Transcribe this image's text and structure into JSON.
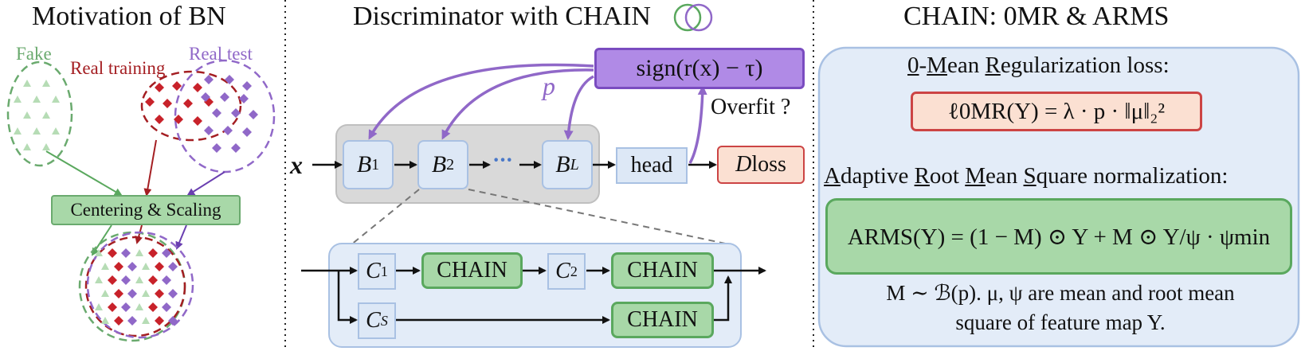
{
  "titles": {
    "left": "Motivation of BN",
    "middle": "Discriminator with CHAIN",
    "right": "CHAIN: 0MR & ARMS"
  },
  "left_panel": {
    "fake_label": "Fake",
    "real_training_label": "Real training",
    "real_test_label": "Real test",
    "center_box": "Centering & Scaling"
  },
  "middle_panel": {
    "input_symbol": "x",
    "blocks": [
      {
        "base": "B",
        "sub": "1"
      },
      {
        "base": "B",
        "sub": "2"
      },
      {
        "base": "B",
        "sub": "L"
      }
    ],
    "ellipsis": "···",
    "head": "head",
    "d_loss_italic": "D",
    "d_loss_text": " loss",
    "sign_box": "sign(r(x) − τ)",
    "p_label": "p",
    "overfit_label": "Overfit ?",
    "zoom": {
      "c1": {
        "base": "C",
        "sub": "1"
      },
      "c2": {
        "base": "C",
        "sub": "2"
      },
      "cs": {
        "base": "C",
        "sub": "S"
      },
      "chain": "CHAIN"
    }
  },
  "right_panel": {
    "zero_mr_heading": {
      "parts": [
        {
          "t": "0",
          "u": true
        },
        {
          "t": "-",
          "u": false
        },
        {
          "t": "M",
          "u": true
        },
        {
          "t": "ean ",
          "u": false
        },
        {
          "t": "R",
          "u": true
        },
        {
          "t": "egularization loss:",
          "u": false
        }
      ]
    },
    "zero_mr_formula": "ℓ0MR(Y) = λ · p · ‖μ‖₂²",
    "arms_heading": {
      "parts": [
        {
          "t": "A",
          "u": true
        },
        {
          "t": "daptive ",
          "u": false
        },
        {
          "t": "R",
          "u": true
        },
        {
          "t": "oot ",
          "u": false
        },
        {
          "t": "M",
          "u": true
        },
        {
          "t": "ean ",
          "u": false
        },
        {
          "t": "S",
          "u": true
        },
        {
          "t": "quare normalization:",
          "u": false
        }
      ]
    },
    "arms_formula": "ARMS(Y) = (1 − M) ⊙ Y + M ⊙ Y/ψ · ψmin",
    "note_line1": "M ∼ ℬ(p). μ, ψ are mean and root mean",
    "note_line2": "square of feature map Y."
  },
  "colors": {
    "green": "#5aa85e",
    "green_fill": "#a8d8a8",
    "dark_red": "#a41e22",
    "purple": "#9068c8",
    "purple_fill": "#b08ae6",
    "light_blue": "#dde8f6",
    "panel_blue": "#e3ecf8",
    "red_fill": "#fbe0d2"
  }
}
